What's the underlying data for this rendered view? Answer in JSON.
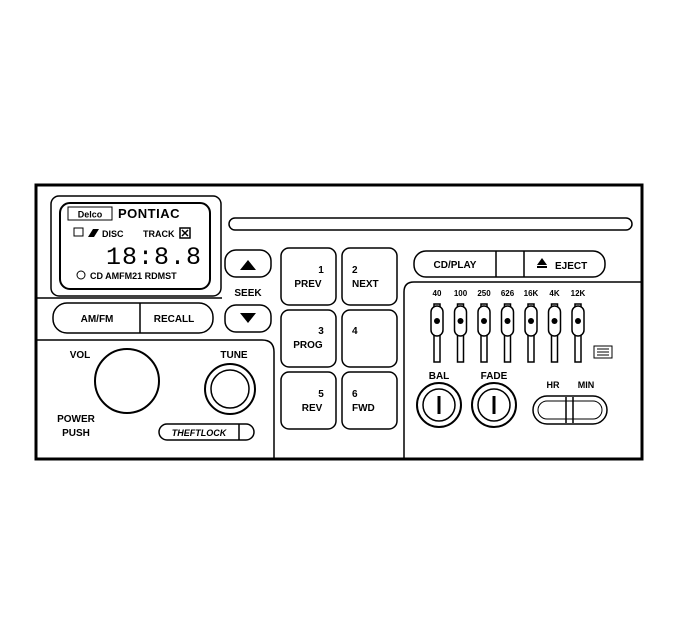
{
  "brand": {
    "maker": "Delco",
    "model": "PONTIAC"
  },
  "display": {
    "header_disc": "DISC",
    "header_track": "TRACK",
    "digits": "18:8.8",
    "indicators": "CD AMFM21 RDMST"
  },
  "seek": {
    "label": "SEEK"
  },
  "band_buttons": {
    "amfm": "AM/FM",
    "recall": "RECALL"
  },
  "knobs": {
    "vol": "VOL",
    "tune": "TUNE",
    "power": "POWER",
    "push": "PUSH",
    "theftlock": "THEFTLOCK"
  },
  "presets": [
    {
      "num": "1",
      "name": "PREV"
    },
    {
      "num": "2",
      "name": "NEXT"
    },
    {
      "num": "3",
      "name": "PROG"
    },
    {
      "num": "4",
      "name": ""
    },
    {
      "num": "5",
      "name": "REV"
    },
    {
      "num": "6",
      "name": "FWD"
    }
  ],
  "cd": {
    "play": "CD/PLAY",
    "eject": "EJECT"
  },
  "equalizer": {
    "bands": [
      "40",
      "100",
      "250",
      "626",
      "16K",
      "4K",
      "12K"
    ]
  },
  "controls": {
    "bal": "BAL",
    "fade": "FADE",
    "hr": "HR",
    "min": "MIN"
  }
}
